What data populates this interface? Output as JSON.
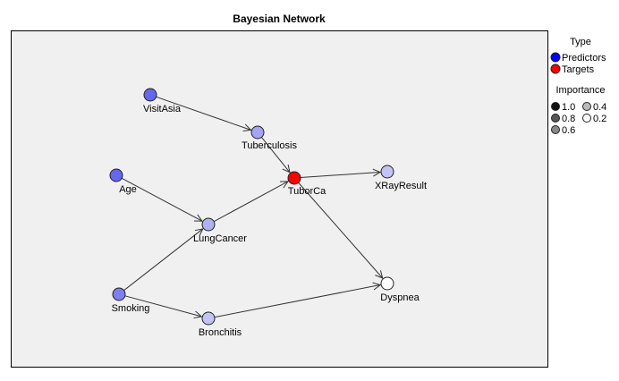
{
  "title": "Bayesian Network",
  "nodes": [
    {
      "id": "visitasia",
      "label": "VisitAsia",
      "type": "predictor",
      "importance": 1.0
    },
    {
      "id": "tuberculosis",
      "label": "Tuberculosis",
      "type": "predictor",
      "importance": 0.5
    },
    {
      "id": "age",
      "label": "Age",
      "type": "predictor",
      "importance": 1.0
    },
    {
      "id": "tuborca",
      "label": "TuborCa",
      "type": "target",
      "importance": 1.0
    },
    {
      "id": "xrayresult",
      "label": "XRayResult",
      "type": "predictor",
      "importance": 0.25
    },
    {
      "id": "lungcancer",
      "label": "LungCancer",
      "type": "predictor",
      "importance": 0.4
    },
    {
      "id": "smoking",
      "label": "Smoking",
      "type": "predictor",
      "importance": 0.8
    },
    {
      "id": "bronchitis",
      "label": "Bronchitis",
      "type": "predictor",
      "importance": 0.25
    },
    {
      "id": "dyspnea",
      "label": "Dyspnea",
      "type": "predictor",
      "importance": 0.0
    }
  ],
  "edges": [
    {
      "from": "visitasia",
      "to": "tuberculosis"
    },
    {
      "from": "tuberculosis",
      "to": "tuborca"
    },
    {
      "from": "age",
      "to": "lungcancer"
    },
    {
      "from": "lungcancer",
      "to": "tuborca"
    },
    {
      "from": "tuborca",
      "to": "xrayresult"
    },
    {
      "from": "tuborca",
      "to": "dyspnea"
    },
    {
      "from": "smoking",
      "to": "lungcancer"
    },
    {
      "from": "smoking",
      "to": "bronchitis"
    },
    {
      "from": "bronchitis",
      "to": "dyspnea"
    }
  ],
  "legend": {
    "type_title": "Type",
    "predictors_label": "Predictors",
    "targets_label": "Targets",
    "importance_title": "Importance",
    "importance_values": [
      "1.0",
      "0.8",
      "0.6",
      "0.4",
      "0.2"
    ]
  },
  "colors": {
    "predictor": "#0000ff",
    "target": "#ff0000",
    "panel": "#f0f0f0",
    "border": "#000000",
    "edge": "#333333"
  }
}
